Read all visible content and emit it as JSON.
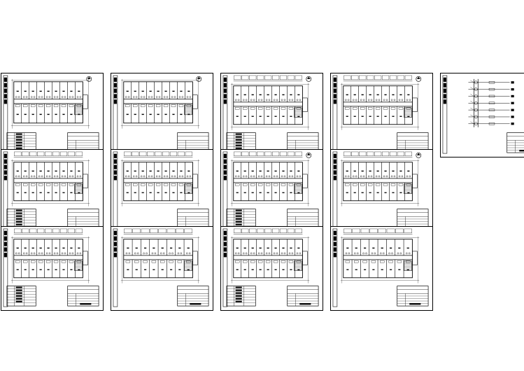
{
  "drawing_set": {
    "line_color": "#000000",
    "background_color": "#ffffff",
    "rows": [
      {
        "row": 1,
        "sheets": [
          {
            "id": "sheet-1",
            "kind": "floor-plan",
            "bays": 9,
            "dimension_boxes_top": false,
            "stair_position": "right",
            "north_arrow": true,
            "title_block_left": true
          },
          {
            "id": "sheet-2",
            "kind": "floor-plan",
            "bays": 9,
            "dimension_boxes_top": false,
            "stair_position": "right",
            "north_arrow": true,
            "title_block_left": false
          },
          {
            "id": "sheet-3",
            "kind": "floor-plan",
            "bays": 9,
            "dimension_boxes_top": true,
            "stair_position": "right",
            "north_arrow": true,
            "title_block_left": true
          },
          {
            "id": "sheet-4",
            "kind": "floor-plan",
            "bays": 9,
            "dimension_boxes_top": true,
            "stair_position": "right",
            "north_arrow": true,
            "title_block_left": false
          },
          {
            "id": "sheet-5",
            "kind": "riser-diagram",
            "levels": 7,
            "title_block_left": false
          }
        ]
      },
      {
        "row": 2,
        "sheets": [
          {
            "id": "sheet-6",
            "kind": "floor-plan",
            "bays": 9,
            "dimension_boxes_top": true,
            "stair_position": "right",
            "north_arrow": false,
            "title_block_left": true
          },
          {
            "id": "sheet-7",
            "kind": "floor-plan",
            "bays": 9,
            "dimension_boxes_top": true,
            "stair_position": "right",
            "north_arrow": false,
            "title_block_left": false
          },
          {
            "id": "sheet-8",
            "kind": "floor-plan",
            "bays": 9,
            "dimension_boxes_top": true,
            "stair_position": "right",
            "north_arrow": true,
            "title_block_left": true
          },
          {
            "id": "sheet-9",
            "kind": "floor-plan",
            "bays": 9,
            "dimension_boxes_top": true,
            "stair_position": "right",
            "north_arrow": true,
            "title_block_left": false
          }
        ]
      },
      {
        "row": 3,
        "sheets": [
          {
            "id": "sheet-10",
            "kind": "floor-plan",
            "bays": 9,
            "dimension_boxes_top": true,
            "stair_position": "right",
            "north_arrow": false,
            "title_block_left": true
          },
          {
            "id": "sheet-11",
            "kind": "floor-plan",
            "bays": 8,
            "dimension_boxes_top": true,
            "stair_position": "right",
            "north_arrow": false,
            "title_block_left": false
          },
          {
            "id": "sheet-12",
            "kind": "floor-plan",
            "bays": 9,
            "dimension_boxes_top": true,
            "stair_position": "right",
            "north_arrow": false,
            "title_block_left": true
          },
          {
            "id": "sheet-13",
            "kind": "floor-plan",
            "bays": 8,
            "dimension_boxes_top": true,
            "stair_position": "right",
            "north_arrow": false,
            "title_block_left": false
          }
        ]
      }
    ]
  }
}
